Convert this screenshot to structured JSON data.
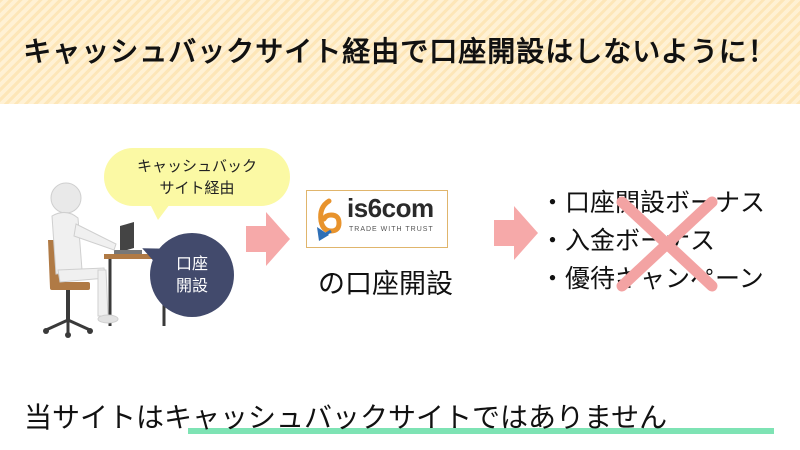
{
  "banner": {
    "title": "キャッシュバックサイト経由で口座開設はしないように！"
  },
  "illustration": {
    "speech_yellow_line1": "キャッシュバック",
    "speech_yellow_line2": "サイト経由",
    "speech_navy_line1": "口座",
    "speech_navy_line2": "開設"
  },
  "logo": {
    "name": "is6com",
    "tagline": "TRADE WITH TRUST",
    "icon": "is6com-logo-icon"
  },
  "flow": {
    "caption": "の口座開設"
  },
  "bonuses": {
    "items": [
      "・口座開設ボーナス",
      "・入金ボーナス",
      "・優待キャンペーン"
    ],
    "cross_icon": "cross-icon"
  },
  "footer": {
    "statement": "当サイトはキャッシュバックサイトではありません"
  },
  "colors": {
    "banner_stripe_a": "#fde6b8",
    "banner_stripe_b": "#fff1d4",
    "arrow": "#f6a9a9",
    "cross": "#f3a3a3",
    "speech_yellow": "#fbf9a4",
    "speech_navy": "#424a6c",
    "underline": "#7ee3b4"
  }
}
